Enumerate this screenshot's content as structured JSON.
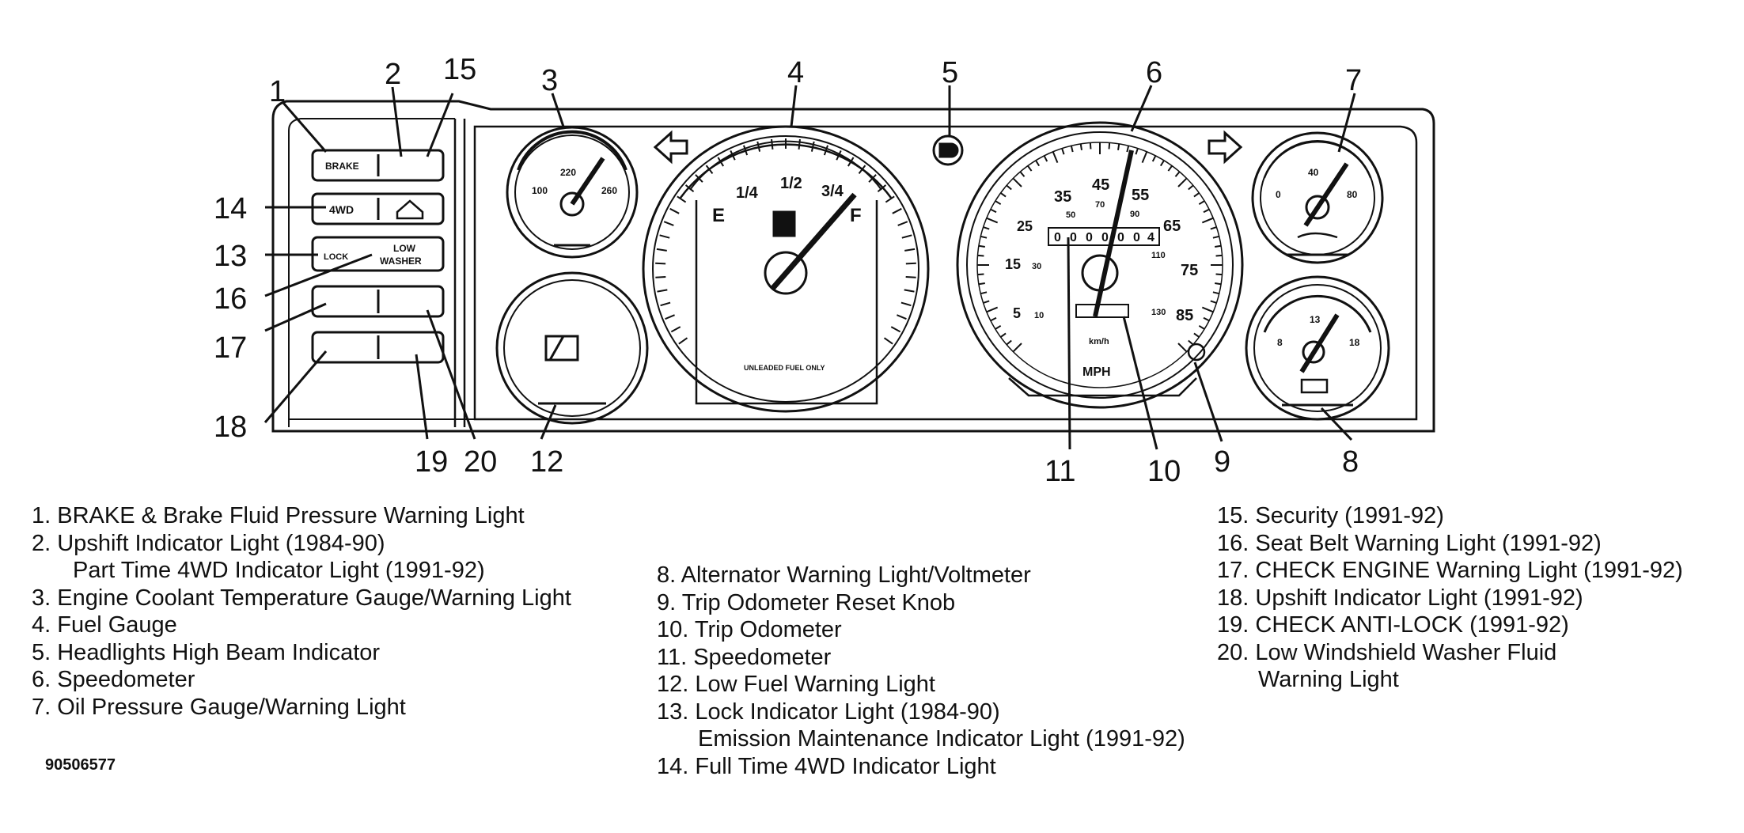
{
  "callouts": {
    "n1": "1",
    "n2": "2",
    "n3": "3",
    "n4": "4",
    "n5": "5",
    "n6": "6",
    "n7": "7",
    "n8": "8",
    "n9": "9",
    "n10": "10",
    "n11": "11",
    "n12": "12",
    "n13": "13",
    "n14": "14",
    "n15": "15",
    "n16": "16",
    "n17": "17",
    "n18": "18",
    "n19": "19",
    "n20": "20"
  },
  "panel": {
    "brake": "BRAKE",
    "fourwd": "4WD",
    "lock": "LOCK",
    "low": "LOW",
    "washer": "WASHER"
  },
  "coolant_gauge": {
    "t100": "100",
    "t220": "220",
    "t260": "260"
  },
  "fuel_gauge": {
    "e": "E",
    "quarter": "1/4",
    "half": "1/2",
    "three_quarter": "3/4",
    "f": "F",
    "unleaded": "UNLEADED FUEL ONLY"
  },
  "speedometer": {
    "mph": [
      "5",
      "15",
      "25",
      "35",
      "45",
      "55",
      "65",
      "75",
      "85"
    ],
    "kmh": [
      "10",
      "30",
      "50",
      "70",
      "90",
      "110",
      "130"
    ],
    "odometer_digits": [
      "0",
      "0",
      "0",
      "0",
      "0",
      "0",
      "4"
    ],
    "kmh_label": "km/h",
    "mph_label": "MPH"
  },
  "oil_gauge": {
    "t0": "0",
    "t40": "40",
    "t80": "80"
  },
  "volt_gauge": {
    "t8": "8",
    "t13": "13",
    "t18": "18"
  },
  "legend": {
    "col1": [
      "1. BRAKE & Brake Fluid Pressure Warning Light",
      "2. Upshift Indicator Light (1984-90)",
      "Part Time 4WD Indicator Light (1991-92)",
      "3. Engine Coolant Temperature Gauge/Warning Light",
      "4. Fuel Gauge",
      "5. Headlights High Beam Indicator",
      "6. Speedometer",
      "7. Oil Pressure Gauge/Warning Light"
    ],
    "col2": [
      "8. Alternator Warning Light/Voltmeter",
      "9. Trip Odometer Reset Knob",
      "10. Trip Odometer",
      "11. Speedometer",
      "12. Low Fuel Warning Light",
      "13. Lock Indicator Light (1984-90)",
      "Emission Maintenance Indicator Light (1991-92)",
      "14. Full Time 4WD Indicator Light"
    ],
    "col3": [
      "15. Security (1991-92)",
      "16. Seat Belt Warning Light (1991-92)",
      "17. CHECK ENGINE Warning Light (1991-92)",
      "18. Upshift Indicator Light (1991-92)",
      "19. CHECK ANTI-LOCK (1991-92)",
      "20. Low Windshield Washer Fluid",
      "Warning Light"
    ]
  },
  "figure_code": "90506577"
}
